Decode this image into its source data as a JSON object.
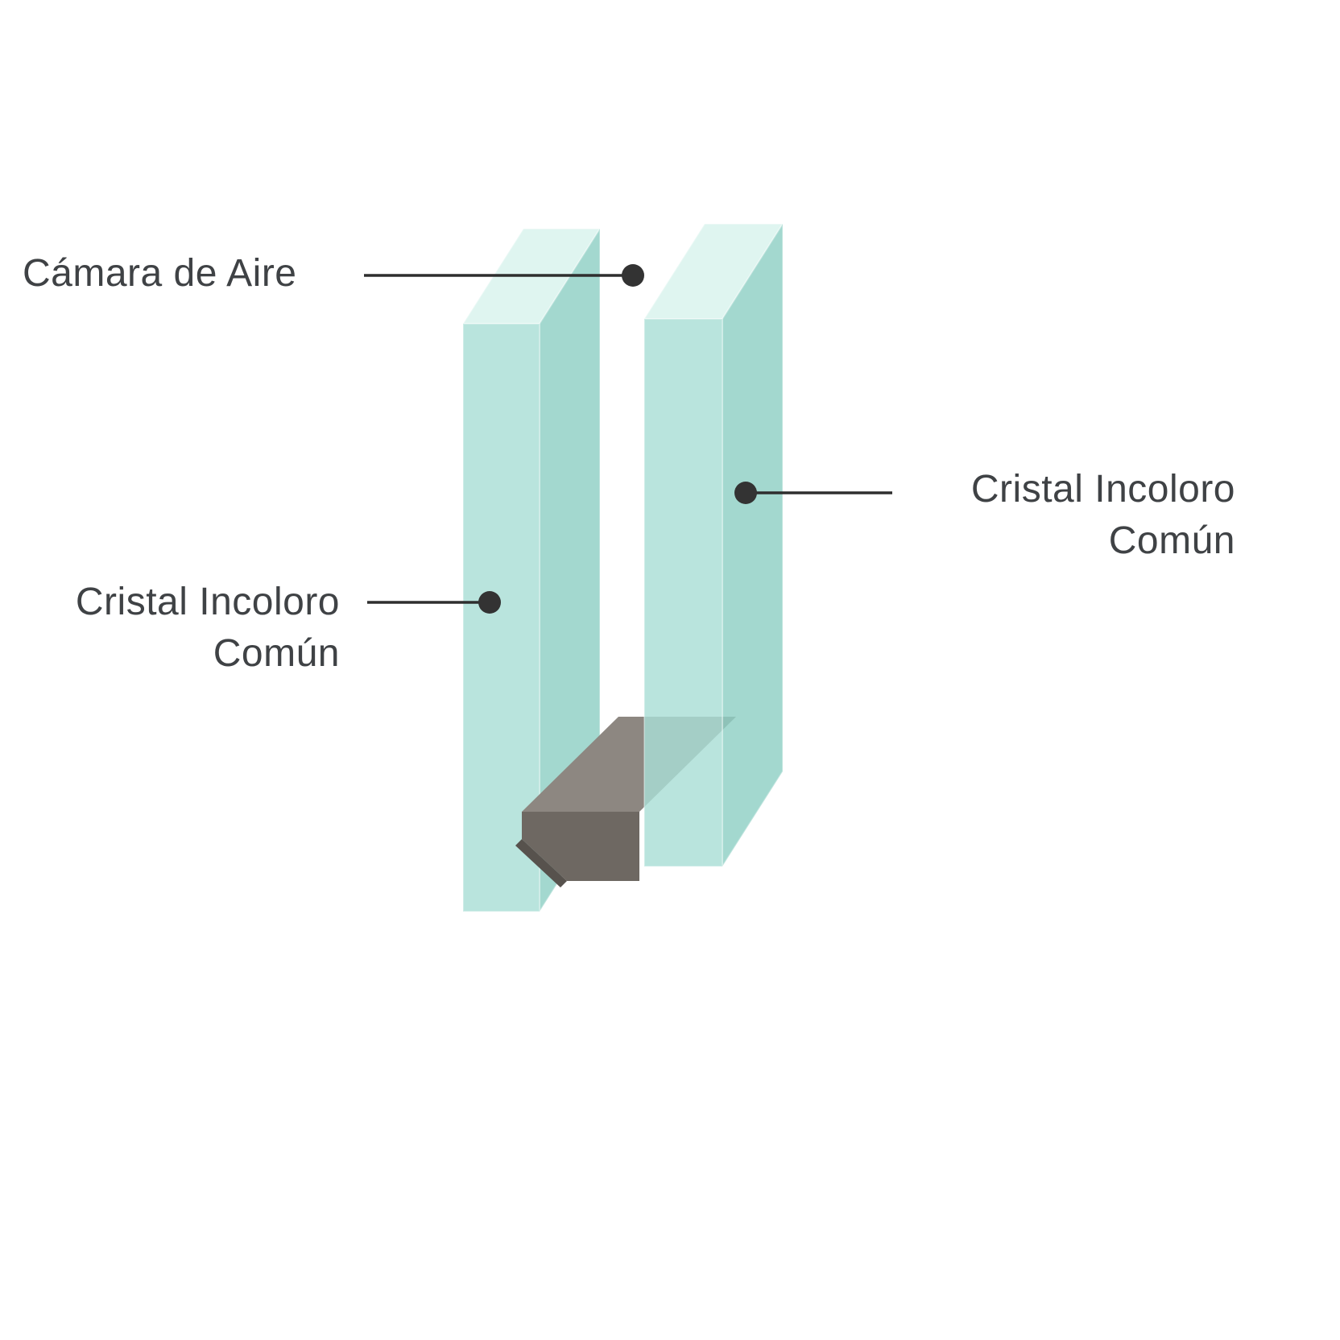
{
  "diagram": {
    "labels": {
      "air_chamber": "Cámara de Aire",
      "right_glass": {
        "line1": "Cristal Incoloro",
        "line2": "Común"
      },
      "left_glass": {
        "line1": "Cristal Incoloro",
        "line2": "Común"
      }
    },
    "colors": {
      "background": "#ffffff",
      "glass_front": "#a9ded5",
      "glass_top": "#dcf4ef",
      "glass_side": "#8fd0c5",
      "spacer_top": "#8d8781",
      "spacer_front": "#6e6862",
      "spacer_bevel": "#57524d",
      "text": "#3f4245",
      "leader_line": "#2e2e2e",
      "dot": "#333333"
    }
  }
}
